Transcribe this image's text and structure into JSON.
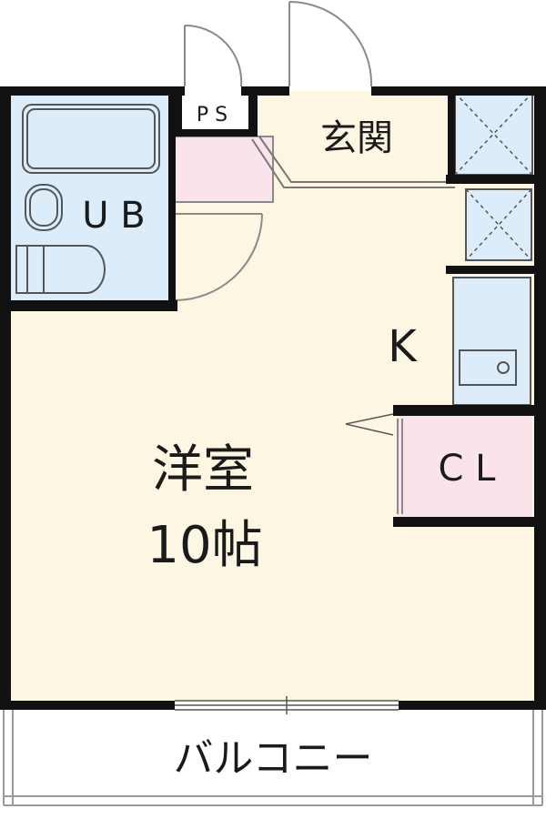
{
  "floorplan": {
    "labels": {
      "ps": "P S",
      "entrance": "玄関",
      "unit_bath": "U B",
      "kitchen": "K",
      "western_room": "洋室",
      "room_size": "10帖",
      "closet": "C L",
      "balcony": "バルコニー"
    },
    "colors": {
      "room_floor": "#fdf6e3",
      "bath": "#dcecf9",
      "closet": "#fbe3ec",
      "wall": "#111111",
      "outline": "#9a9a9a"
    }
  }
}
